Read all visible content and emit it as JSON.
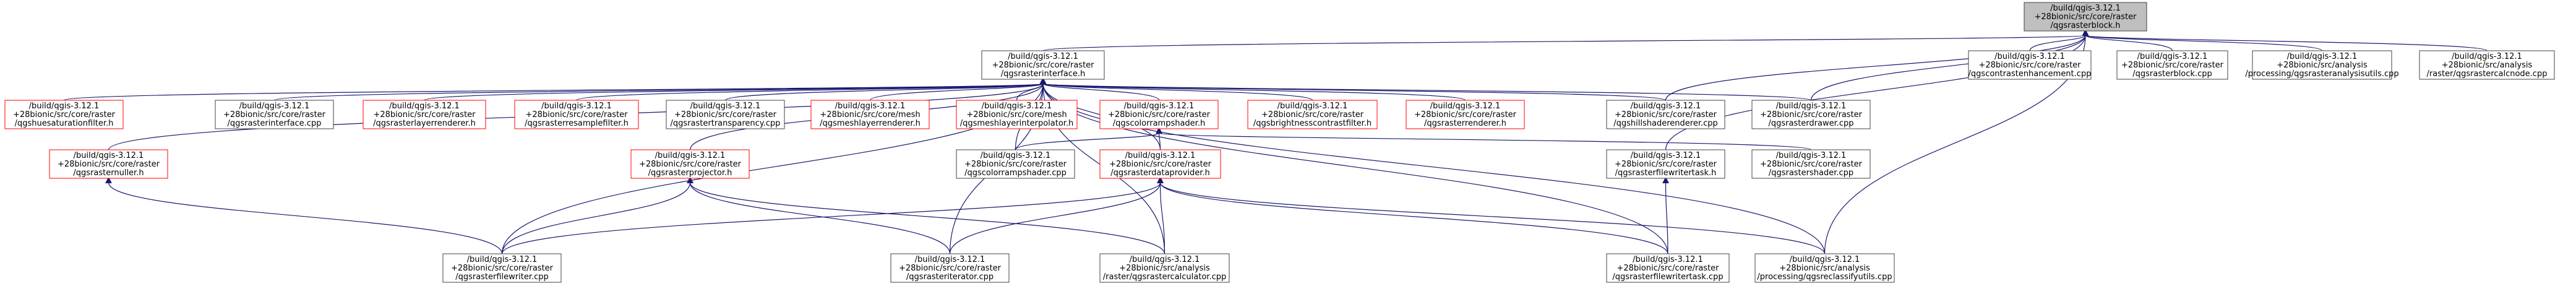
{
  "nodes": [
    {
      "id": "root",
      "kind": "root",
      "lines": [
        "/build/qgis-3.12.1",
        "+28bionic/src/core/raster",
        "/qgsrasterblock.h"
      ]
    },
    {
      "id": "iface_h",
      "kind": "normal",
      "lines": [
        "/build/qgis-3.12.1",
        "+28bionic/src/core/raster",
        "/qgsrasterinterface.h"
      ]
    },
    {
      "id": "contrast_cpp",
      "kind": "normal",
      "lines": [
        "/build/qgis-3.12.1",
        "+28bionic/src/core/raster",
        "/qgscontrastenhancement.cpp"
      ]
    },
    {
      "id": "block_cpp",
      "kind": "normal",
      "lines": [
        "/build/qgis-3.12.1",
        "+28bionic/src/core/raster",
        "/qgsrasterblock.cpp"
      ]
    },
    {
      "id": "analysisutils_cpp",
      "kind": "normal",
      "lines": [
        "/build/qgis-3.12.1",
        "+28bionic/src/analysis",
        "/processing/qgsrasteranalysisutils.cpp"
      ]
    },
    {
      "id": "calcnode_cpp",
      "kind": "normal",
      "lines": [
        "/build/qgis-3.12.1",
        "+28bionic/src/analysis",
        "/raster/qgsrastercalcnode.cpp"
      ]
    },
    {
      "id": "huesat_h",
      "kind": "incomplete",
      "lines": [
        "/build/qgis-3.12.1",
        "+28bionic/src/core/raster",
        "/qgshuesaturationfilter.h"
      ]
    },
    {
      "id": "iface_cpp",
      "kind": "normal",
      "lines": [
        "/build/qgis-3.12.1",
        "+28bionic/src/core/raster",
        "/qgsrasterinterface.cpp"
      ]
    },
    {
      "id": "layerrenderer_h",
      "kind": "incomplete",
      "lines": [
        "/build/qgis-3.12.1",
        "+28bionic/src/core/raster",
        "/qgsrasterlayerrenderer.h"
      ]
    },
    {
      "id": "resample_h",
      "kind": "incomplete",
      "lines": [
        "/build/qgis-3.12.1",
        "+28bionic/src/core/raster",
        "/qgsrasterresamplefilter.h"
      ]
    },
    {
      "id": "transparency_cpp",
      "kind": "normal",
      "lines": [
        "/build/qgis-3.12.1",
        "+28bionic/src/core/raster",
        "/qgsrastertransparency.cpp"
      ]
    },
    {
      "id": "meshlayerrenderer_h",
      "kind": "incomplete",
      "lines": [
        "/build/qgis-3.12.1",
        "+28bionic/src/core/mesh",
        "/qgsmeshlayerrenderer.h"
      ]
    },
    {
      "id": "meshinterp_h",
      "kind": "incomplete",
      "lines": [
        "/build/qgis-3.12.1",
        "+28bionic/src/core/mesh",
        "/qgsmeshlayerinterpolator.h"
      ]
    },
    {
      "id": "colorramp_h",
      "kind": "incomplete",
      "lines": [
        "/build/qgis-3.12.1",
        "+28bionic/src/core/raster",
        "/qgscolorrampshader.h"
      ]
    },
    {
      "id": "brightness_h",
      "kind": "incomplete",
      "lines": [
        "/build/qgis-3.12.1",
        "+28bionic/src/core/raster",
        "/qgsbrightnesscontrastfilter.h"
      ]
    },
    {
      "id": "renderer_h",
      "kind": "incomplete",
      "lines": [
        "/build/qgis-3.12.1",
        "+28bionic/src/core/raster",
        "/qgsrasterrenderer.h"
      ]
    },
    {
      "id": "hillshade_cpp",
      "kind": "normal",
      "lines": [
        "/build/qgis-3.12.1",
        "+28bionic/src/core/raster",
        "/qgshillshaderenderer.cpp"
      ]
    },
    {
      "id": "drawer_cpp",
      "kind": "normal",
      "lines": [
        "/build/qgis-3.12.1",
        "+28bionic/src/core/raster",
        "/qgsrasterdrawer.cpp"
      ]
    },
    {
      "id": "nuller_h",
      "kind": "incomplete",
      "lines": [
        "/build/qgis-3.12.1",
        "+28bionic/src/core/raster",
        "/qgsrasternuller.h"
      ]
    },
    {
      "id": "projector_h",
      "kind": "incomplete",
      "lines": [
        "/build/qgis-3.12.1",
        "+28bionic/src/core/raster",
        "/qgsrasterprojector.h"
      ]
    },
    {
      "id": "colorramp_cpp",
      "kind": "normal",
      "lines": [
        "/build/qgis-3.12.1",
        "+28bionic/src/core/raster",
        "/qgscolorrampshader.cpp"
      ]
    },
    {
      "id": "dataprovider_h",
      "kind": "incomplete",
      "lines": [
        "/build/qgis-3.12.1",
        "+28bionic/src/core/raster",
        "/qgsrasterdataprovider.h"
      ]
    },
    {
      "id": "fileritertask_h",
      "kind": "normal",
      "lines": [
        "/build/qgis-3.12.1",
        "+28bionic/src/core/raster",
        "/qgsrasterfilewritertask.h"
      ]
    },
    {
      "id": "shader_cpp",
      "kind": "normal",
      "lines": [
        "/build/qgis-3.12.1",
        "+28bionic/src/core/raster",
        "/qgsrastershader.cpp"
      ]
    },
    {
      "id": "filewriter_cpp",
      "kind": "normal",
      "lines": [
        "/build/qgis-3.12.1",
        "+28bionic/src/core/raster",
        "/qgsrasterfilewriter.cpp"
      ]
    },
    {
      "id": "iterator_cpp",
      "kind": "normal",
      "lines": [
        "/build/qgis-3.12.1",
        "+28bionic/src/core/raster",
        "/qgsrasteriterator.cpp"
      ]
    },
    {
      "id": "calculator_cpp",
      "kind": "normal",
      "lines": [
        "/build/qgis-3.12.1",
        "+28bionic/src/analysis",
        "/raster/qgsrastercalculator.cpp"
      ]
    },
    {
      "id": "filewritertask_cpp",
      "kind": "normal",
      "lines": [
        "/build/qgis-3.12.1",
        "+28bionic/src/core/raster",
        "/qgsrasterfilewritertask.cpp"
      ]
    },
    {
      "id": "reclass_cpp",
      "kind": "normal",
      "lines": [
        "/build/qgis-3.12.1",
        "+28bionic/src/analysis",
        "/processing/qgsreclassifyutils.cpp"
      ]
    }
  ],
  "edges": [
    {
      "from": "root",
      "to": "iface_h"
    },
    {
      "from": "root",
      "to": "contrast_cpp"
    },
    {
      "from": "root",
      "to": "block_cpp"
    },
    {
      "from": "root",
      "to": "analysisutils_cpp"
    },
    {
      "from": "root",
      "to": "calcnode_cpp"
    },
    {
      "from": "root",
      "to": "hillshade_cpp"
    },
    {
      "from": "root",
      "to": "drawer_cpp"
    },
    {
      "from": "root",
      "to": "fileritertask_h"
    },
    {
      "from": "root",
      "to": "reclass_cpp"
    },
    {
      "from": "iface_h",
      "to": "huesat_h"
    },
    {
      "from": "iface_h",
      "to": "iface_cpp"
    },
    {
      "from": "iface_h",
      "to": "layerrenderer_h"
    },
    {
      "from": "iface_h",
      "to": "resample_h"
    },
    {
      "from": "iface_h",
      "to": "transparency_cpp"
    },
    {
      "from": "iface_h",
      "to": "meshlayerrenderer_h"
    },
    {
      "from": "iface_h",
      "to": "meshinterp_h"
    },
    {
      "from": "iface_h",
      "to": "colorramp_h"
    },
    {
      "from": "iface_h",
      "to": "brightness_h"
    },
    {
      "from": "iface_h",
      "to": "renderer_h"
    },
    {
      "from": "iface_h",
      "to": "hillshade_cpp"
    },
    {
      "from": "iface_h",
      "to": "drawer_cpp"
    },
    {
      "from": "iface_h",
      "to": "nuller_h"
    },
    {
      "from": "iface_h",
      "to": "projector_h"
    },
    {
      "from": "iface_h",
      "to": "dataprovider_h"
    },
    {
      "from": "iface_h",
      "to": "colorramp_cpp"
    },
    {
      "from": "iface_h",
      "to": "filewriter_cpp"
    },
    {
      "from": "iface_h",
      "to": "iterator_cpp"
    },
    {
      "from": "iface_h",
      "to": "calculator_cpp"
    },
    {
      "from": "iface_h",
      "to": "filewritertask_cpp"
    },
    {
      "from": "iface_h",
      "to": "reclass_cpp"
    },
    {
      "from": "colorramp_h",
      "to": "colorramp_cpp"
    },
    {
      "from": "colorramp_h",
      "to": "dataprovider_h"
    },
    {
      "from": "colorramp_h",
      "to": "shader_cpp"
    },
    {
      "from": "nuller_h",
      "to": "filewriter_cpp"
    },
    {
      "from": "projector_h",
      "to": "filewriter_cpp"
    },
    {
      "from": "projector_h",
      "to": "iterator_cpp"
    },
    {
      "from": "projector_h",
      "to": "calculator_cpp"
    },
    {
      "from": "dataprovider_h",
      "to": "filewriter_cpp"
    },
    {
      "from": "dataprovider_h",
      "to": "iterator_cpp"
    },
    {
      "from": "dataprovider_h",
      "to": "calculator_cpp"
    },
    {
      "from": "dataprovider_h",
      "to": "filewritertask_cpp"
    },
    {
      "from": "dataprovider_h",
      "to": "reclass_cpp"
    },
    {
      "from": "fileritertask_h",
      "to": "filewritertask_cpp"
    }
  ],
  "colors": {
    "root_fill": "#bfbfbf",
    "node_border": "#404040",
    "incomplete_border": "#ff0000",
    "edge": "#191970"
  }
}
